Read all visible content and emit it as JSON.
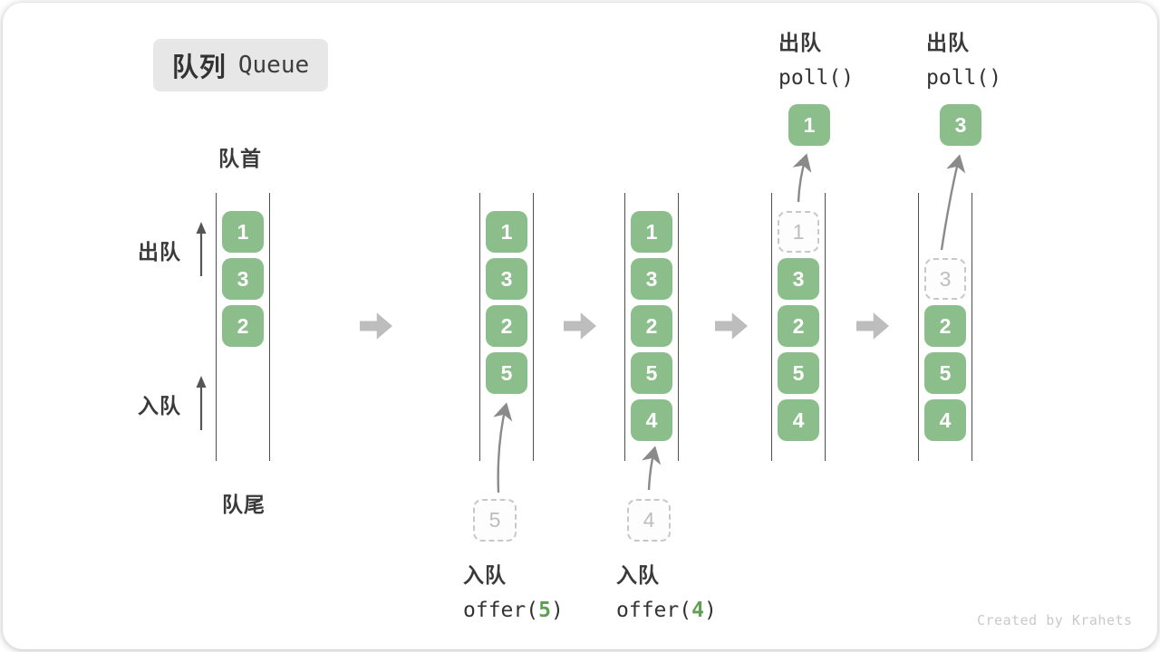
{
  "title": {
    "zh": "队列",
    "en": "Queue"
  },
  "labels": {
    "front": "队首",
    "rear": "队尾",
    "dequeue_side": "出队",
    "enqueue_side": "入队"
  },
  "operations": {
    "enqueue5": {
      "label": "入队",
      "code_prefix": "offer(",
      "arg": "5",
      "code_suffix": ")"
    },
    "enqueue4": {
      "label": "入队",
      "code_prefix": "offer(",
      "arg": "4",
      "code_suffix": ")"
    },
    "poll1": {
      "label": "出队",
      "code": "poll()"
    },
    "poll2": {
      "label": "出队",
      "code": "poll()"
    }
  },
  "watermark": "Created by Krahets",
  "colors": {
    "box_green": "#8CBE8C",
    "code_green": "#5FA052",
    "block_arrow_gray": "#BDBDBD",
    "wall_gray": "#4E4E4E",
    "dashed_gray": "#C8C8C8",
    "title_bg": "#E7E7E7"
  },
  "states": [
    {
      "name": "initial",
      "items": [
        {
          "slot": 0,
          "value": "1",
          "style": "filled"
        },
        {
          "slot": 1,
          "value": "3",
          "style": "filled"
        },
        {
          "slot": 2,
          "value": "2",
          "style": "filled"
        }
      ]
    },
    {
      "name": "after-offer-5",
      "items": [
        {
          "slot": 0,
          "value": "1",
          "style": "filled"
        },
        {
          "slot": 1,
          "value": "3",
          "style": "filled"
        },
        {
          "slot": 2,
          "value": "2",
          "style": "filled"
        },
        {
          "slot": 3,
          "value": "5",
          "style": "filled"
        }
      ],
      "incoming": {
        "value": "5"
      }
    },
    {
      "name": "after-offer-4",
      "items": [
        {
          "slot": 0,
          "value": "1",
          "style": "filled"
        },
        {
          "slot": 1,
          "value": "3",
          "style": "filled"
        },
        {
          "slot": 2,
          "value": "2",
          "style": "filled"
        },
        {
          "slot": 3,
          "value": "5",
          "style": "filled"
        },
        {
          "slot": 4,
          "value": "4",
          "style": "filled"
        }
      ],
      "incoming": {
        "value": "4"
      }
    },
    {
      "name": "after-poll-1",
      "items": [
        {
          "slot": 0,
          "value": "1",
          "style": "dashed"
        },
        {
          "slot": 1,
          "value": "3",
          "style": "filled"
        },
        {
          "slot": 2,
          "value": "2",
          "style": "filled"
        },
        {
          "slot": 3,
          "value": "5",
          "style": "filled"
        },
        {
          "slot": 4,
          "value": "4",
          "style": "filled"
        }
      ],
      "outgoing": {
        "value": "1"
      }
    },
    {
      "name": "after-poll-3",
      "items": [
        {
          "slot": 1,
          "value": "3",
          "style": "dashed"
        },
        {
          "slot": 2,
          "value": "2",
          "style": "filled"
        },
        {
          "slot": 3,
          "value": "5",
          "style": "filled"
        },
        {
          "slot": 4,
          "value": "4",
          "style": "filled"
        }
      ],
      "outgoing": {
        "value": "3"
      }
    }
  ]
}
